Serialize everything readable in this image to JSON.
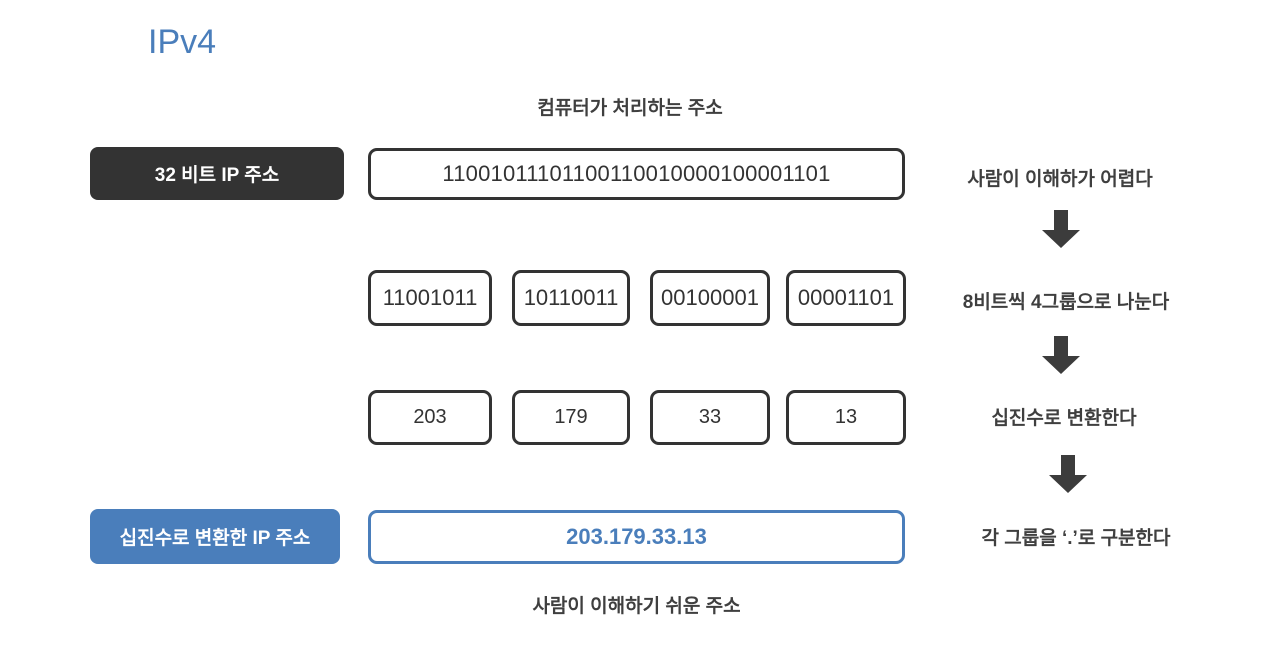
{
  "title": "IPv4",
  "captions": {
    "top": "컴퓨터가 처리하는 주소",
    "bottom": "사람이 이해하기 쉬운 주소"
  },
  "labels": {
    "bit_address": "32 비트 IP 주소",
    "decimal_address": "십진수로 변환한 IP 주소"
  },
  "binary_full": "11001011101100110010000100001101",
  "groups": [
    "11001011",
    "10110011",
    "00100001",
    "00001101"
  ],
  "decimals": [
    "203",
    "179",
    "33",
    "13"
  ],
  "result_ip": "203.179.33.13",
  "notes": [
    "사람이 이해하가 어렵다",
    "8비트씩 4그룹으로 나눈다",
    "십진수로 변환한다",
    "각 그룹을 ‘.’로 구분한다"
  ],
  "colors": {
    "accent_blue": "#4a7ebb",
    "dark": "#333333",
    "text": "#3f3f3f"
  },
  "icons": {
    "arrow": "arrow-down-icon"
  }
}
